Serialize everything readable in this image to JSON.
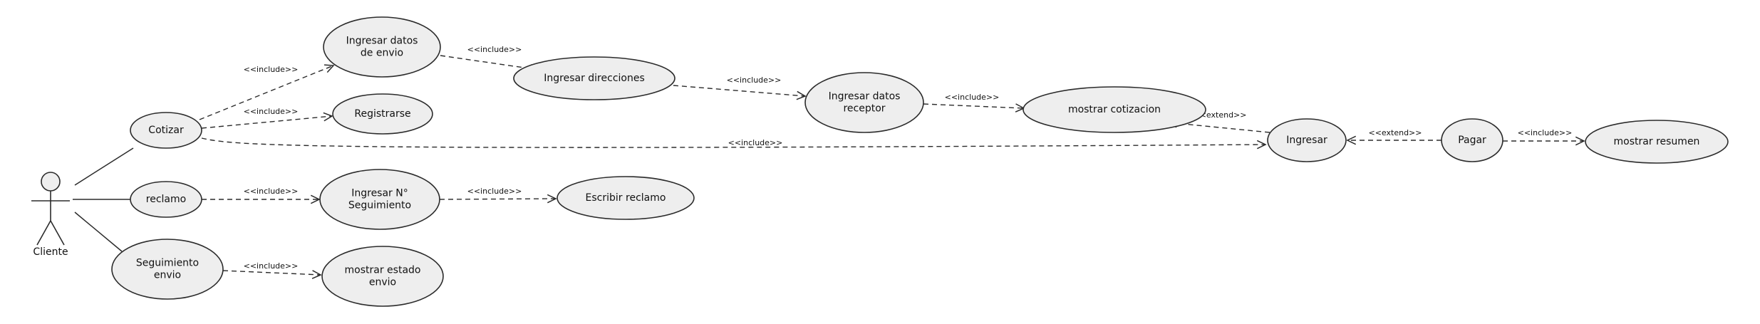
{
  "diagram": {
    "type": "use-case",
    "actor": {
      "id": "cliente",
      "label": "Cliente"
    },
    "use_cases": [
      {
        "id": "cotizar",
        "lines": [
          "Cotizar"
        ]
      },
      {
        "id": "reclamo",
        "lines": [
          "reclamo"
        ]
      },
      {
        "id": "seguimiento",
        "lines": [
          "Seguimiento",
          "envio"
        ]
      },
      {
        "id": "ingresar_datos_envio",
        "lines": [
          "Ingresar datos",
          "de envio"
        ]
      },
      {
        "id": "registrarse",
        "lines": [
          "Registrarse"
        ]
      },
      {
        "id": "ingresar_direcciones",
        "lines": [
          "Ingresar direcciones"
        ]
      },
      {
        "id": "ingresar_datos_receptor",
        "lines": [
          "Ingresar datos",
          "receptor"
        ]
      },
      {
        "id": "mostrar_cotizacion",
        "lines": [
          "mostrar cotizacion"
        ]
      },
      {
        "id": "ingresar",
        "lines": [
          "Ingresar"
        ]
      },
      {
        "id": "pagar",
        "lines": [
          "Pagar"
        ]
      },
      {
        "id": "mostrar_resumen",
        "lines": [
          "mostrar resumen"
        ]
      },
      {
        "id": "ingresar_n_seguimiento",
        "lines": [
          "Ingresar N°",
          "Seguimiento"
        ]
      },
      {
        "id": "escribir_reclamo",
        "lines": [
          "Escribir reclamo"
        ]
      },
      {
        "id": "mostrar_estado_envio",
        "lines": [
          "mostrar estado",
          "envio"
        ]
      }
    ],
    "associations": [
      {
        "from": "cliente",
        "to": "cotizar"
      },
      {
        "from": "cliente",
        "to": "reclamo"
      },
      {
        "from": "cliente",
        "to": "seguimiento"
      }
    ],
    "dependencies": [
      {
        "from": "cotizar",
        "to": "ingresar_datos_envio",
        "label": "<<include>>"
      },
      {
        "from": "cotizar",
        "to": "registrarse",
        "label": "<<include>>"
      },
      {
        "from": "cotizar",
        "to": "ingresar",
        "label": "<<include>>"
      },
      {
        "from": "ingresar_datos_envio",
        "to": "ingresar_direcciones",
        "label": "<<include>>"
      },
      {
        "from": "ingresar_direcciones",
        "to": "ingresar_datos_receptor",
        "label": "<<include>>"
      },
      {
        "from": "ingresar_datos_receptor",
        "to": "mostrar_cotizacion",
        "label": "<<include>>"
      },
      {
        "from": "ingresar",
        "to": "mostrar_cotizacion",
        "label": "<<extend>>"
      },
      {
        "from": "pagar",
        "to": "ingresar",
        "label": "<<extend>>"
      },
      {
        "from": "pagar",
        "to": "mostrar_resumen",
        "label": "<<include>>"
      },
      {
        "from": "reclamo",
        "to": "ingresar_n_seguimiento",
        "label": "<<include>>"
      },
      {
        "from": "ingresar_n_seguimiento",
        "to": "escribir_reclamo",
        "label": "<<include>>"
      },
      {
        "from": "seguimiento",
        "to": "mostrar_estado_envio",
        "label": "<<include>>"
      }
    ]
  }
}
